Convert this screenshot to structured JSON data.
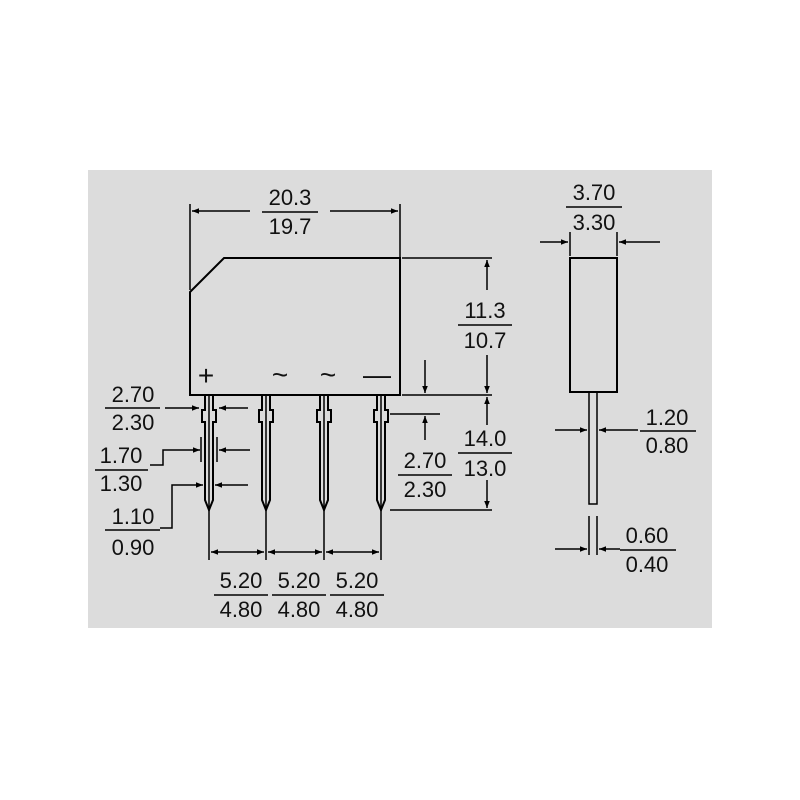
{
  "colors": {
    "panel": "#dcdcdc",
    "ink": "#000000"
  },
  "front_view": {
    "pin_symbols": [
      "+",
      "~",
      "~",
      "—"
    ],
    "dims": {
      "width": {
        "max": "20.3",
        "min": "19.7"
      },
      "body_height": {
        "max": "11.3",
        "min": "10.7"
      },
      "lead_length": {
        "max": "14.0",
        "min": "13.0"
      },
      "shoulder_height": {
        "max": "2.70",
        "min": "2.30"
      },
      "shoulder_width": {
        "max": "2.70",
        "min": "2.30"
      },
      "lead_width_upper": {
        "max": "1.70",
        "min": "1.30"
      },
      "lead_width_lower": {
        "max": "1.10",
        "min": "0.90"
      },
      "pitch": [
        {
          "max": "5.20",
          "min": "4.80"
        },
        {
          "max": "5.20",
          "min": "4.80"
        },
        {
          "max": "5.20",
          "min": "4.80"
        }
      ]
    }
  },
  "side_view": {
    "dims": {
      "thickness": {
        "max": "3.70",
        "min": "3.30"
      },
      "lead_width": {
        "max": "1.20",
        "min": "0.80"
      },
      "lead_thickness": {
        "max": "0.60",
        "min": "0.40"
      }
    }
  }
}
